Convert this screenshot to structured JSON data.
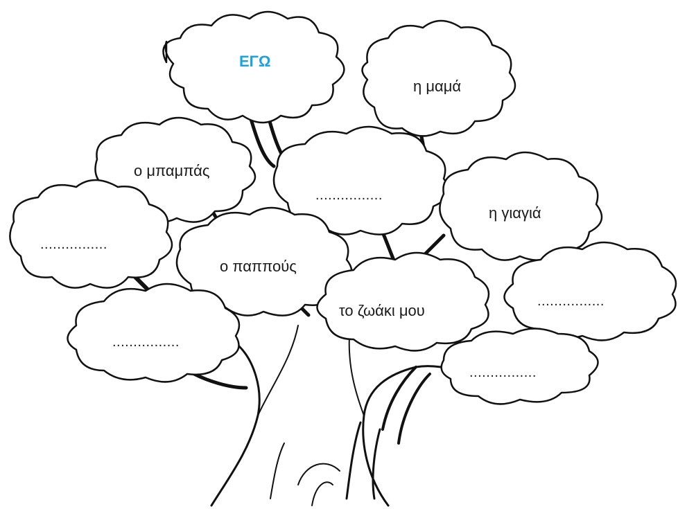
{
  "colors": {
    "accent": "#1aa3e0",
    "ink": "#111111",
    "paper": "#ffffff"
  },
  "nodes": {
    "ego": "ΕΓΩ",
    "mom": "η μαμά",
    "dad": "ο μπαμπάς",
    "center_blank": "................",
    "grandma": "η γιαγιά",
    "left_blank": "................",
    "grandpa": "ο παππούς",
    "pet": "το ζωάκι μου",
    "right_blank": "................",
    "lower_left_blank": "................",
    "lower_right_blank": "................"
  }
}
